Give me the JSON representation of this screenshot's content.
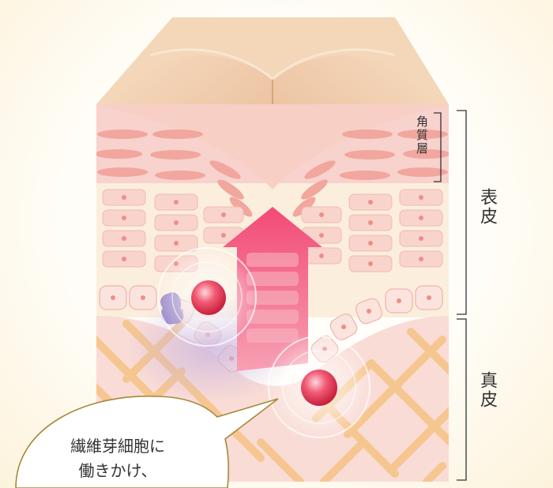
{
  "labels": {
    "stratum_corneum": "角質層",
    "epidermis": "表皮",
    "dermis": "真皮"
  },
  "callout": {
    "line1": "繊維芽細胞に",
    "line2": "働きかけ、"
  },
  "colors": {
    "skin_top": "#f2d2b0",
    "stratum_layer": "#f6c4bf",
    "epidermis_base": "#fbeedd",
    "dermis_base": "#f9d9d3",
    "collagen": "#f5c58f",
    "arrow": "#f2557e",
    "fibroblast": "#e23a56",
    "bubble_border": "#a58a3b"
  },
  "icons": {
    "arrow": "up-arrow-icon",
    "cell": "fibroblast-cell-icon"
  }
}
